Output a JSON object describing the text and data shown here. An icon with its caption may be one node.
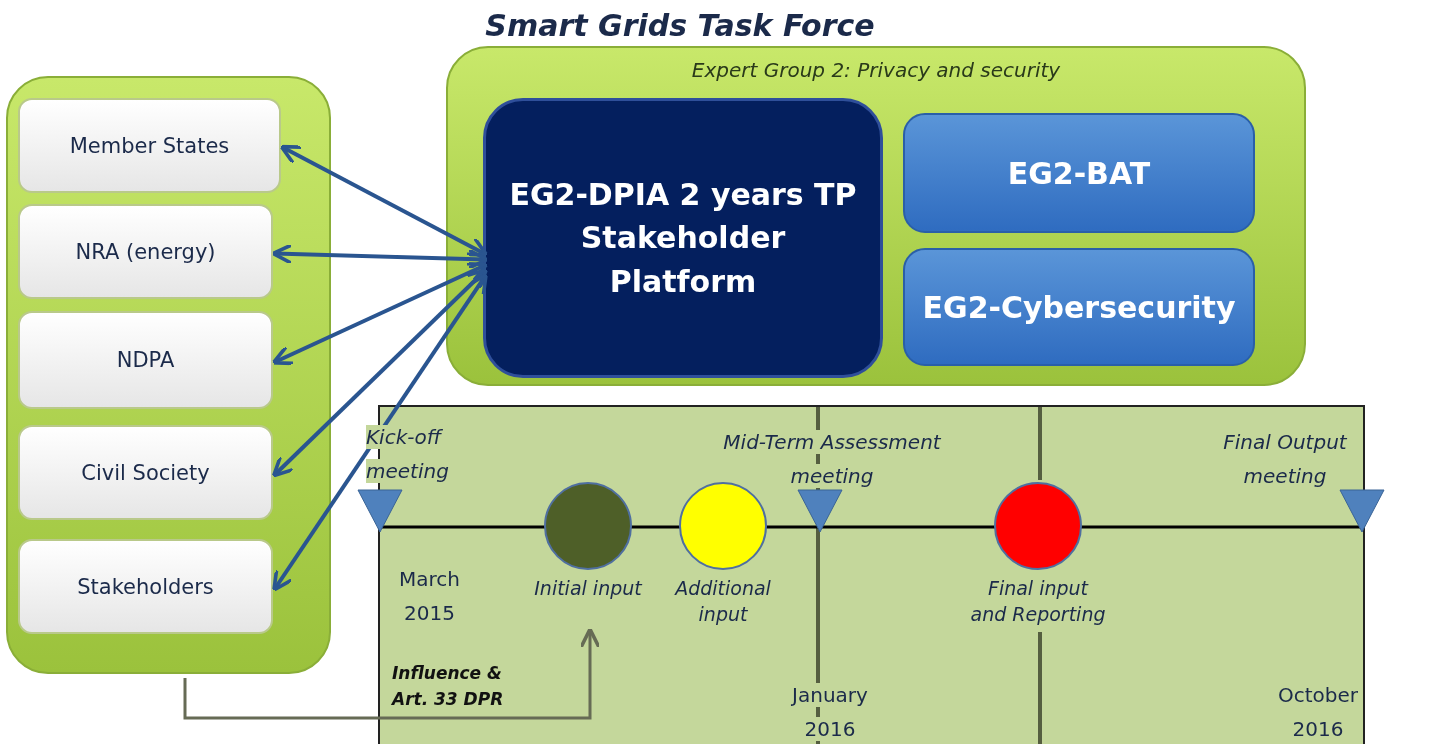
{
  "diagram": {
    "title": "Smart Grids Task Force",
    "nodes": [
      {
        "text": [],
        "shape": "box"
      },
      {
        "text": [
          "Member States"
        ],
        "in": 0
      },
      {
        "text": [
          "NRA (energy)"
        ],
        "in": 0
      },
      {
        "text": [
          "NDPA"
        ],
        "in": 0
      },
      {
        "text": [
          "Civil Society"
        ],
        "in": 0
      },
      {
        "text": [
          "Stakeholders"
        ],
        "in": 0
      },
      {
        "text": [
          "Expert Group 2: Privacy and security"
        ]
      },
      {
        "text": [
          "EG2-DPIA 2 years TP Stakeholder Platform"
        ],
        "in": 6
      },
      {
        "text": [
          "EG2-BAT"
        ],
        "in": 6
      },
      {
        "text": [
          "EG2-Cybersecurity"
        ],
        "in": 6
      },
      {
        "text": [
          "Initial input"
        ]
      },
      {
        "text": [
          "Additional input"
        ]
      },
      {
        "text": [
          "Final input and Reporting"
        ]
      }
    ],
    "edges": [
      {
        "from": 7,
        "to": 1,
        "arrow": "both"
      },
      {
        "from": 7,
        "to": 2,
        "arrow": "both"
      },
      {
        "from": 7,
        "to": 3,
        "arrow": "both"
      },
      {
        "from": 7,
        "to": 4,
        "arrow": "both"
      },
      {
        "from": 7,
        "to": 5,
        "arrow": "both"
      },
      {
        "from": 0,
        "to": 10,
        "arrow": "to",
        "label": "Influence & Art. 33 DPR",
        "color": "#666b55"
      }
    ],
    "labels": [
      "Kick-off meeting",
      "Mid-Term Assessment meeting",
      "Final Output meeting",
      "March 2015",
      "January 2016",
      "October 2016"
    ]
  }
}
